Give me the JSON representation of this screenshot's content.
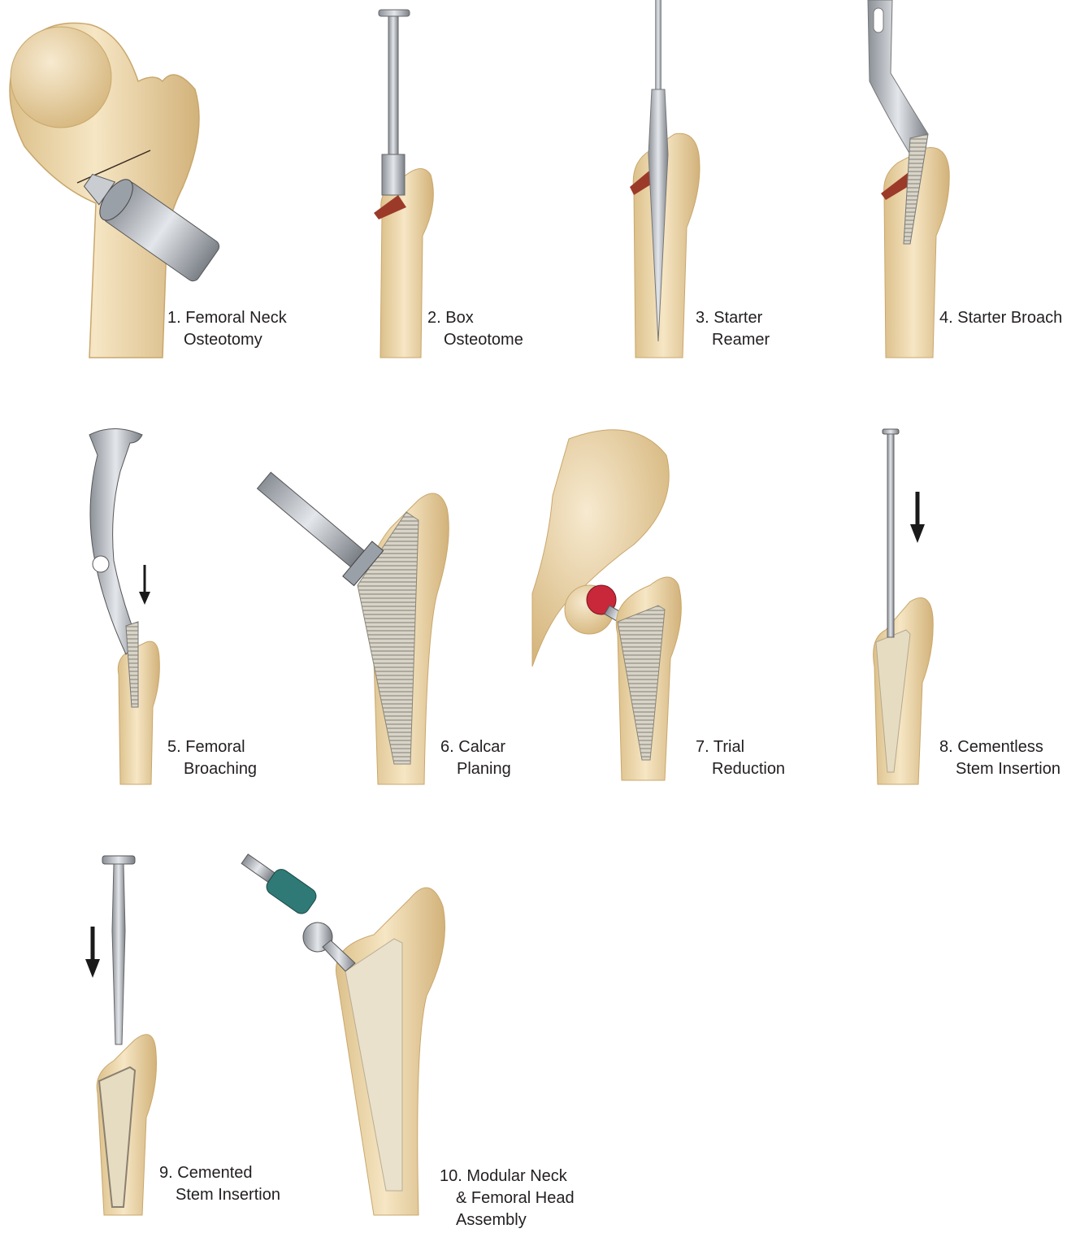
{
  "steps": [
    {
      "number": "1.",
      "lines": [
        "Femoral Neck",
        "Osteotomy"
      ]
    },
    {
      "number": "2.",
      "lines": [
        "Box",
        "Osteotome"
      ]
    },
    {
      "number": "3.",
      "lines": [
        "Starter",
        "Reamer"
      ]
    },
    {
      "number": "4.",
      "lines": [
        "Starter Broach"
      ]
    },
    {
      "number": "5.",
      "lines": [
        "Femoral",
        "Broaching"
      ]
    },
    {
      "number": "6.",
      "lines": [
        "Calcar",
        "Planing"
      ]
    },
    {
      "number": "7.",
      "lines": [
        "Trial",
        "Reduction"
      ]
    },
    {
      "number": "8.",
      "lines": [
        "Cementless",
        "Stem Insertion"
      ]
    },
    {
      "number": "9.",
      "lines": [
        "Cemented",
        "Stem Insertion"
      ]
    },
    {
      "number": "10.",
      "lines": [
        "Modular Neck",
        "& Femoral Head",
        "Assembly"
      ]
    }
  ],
  "colors": {
    "bone": "#f0dcb4",
    "bone_dark": "#d9bc86",
    "bone_cut": "#9c3a2a",
    "metal": "#b8bcc2",
    "metal_dark": "#7d828a",
    "implant_red": "#c8283a",
    "handle_teal": "#2f7a76",
    "arrow": "#1a1a1a"
  }
}
